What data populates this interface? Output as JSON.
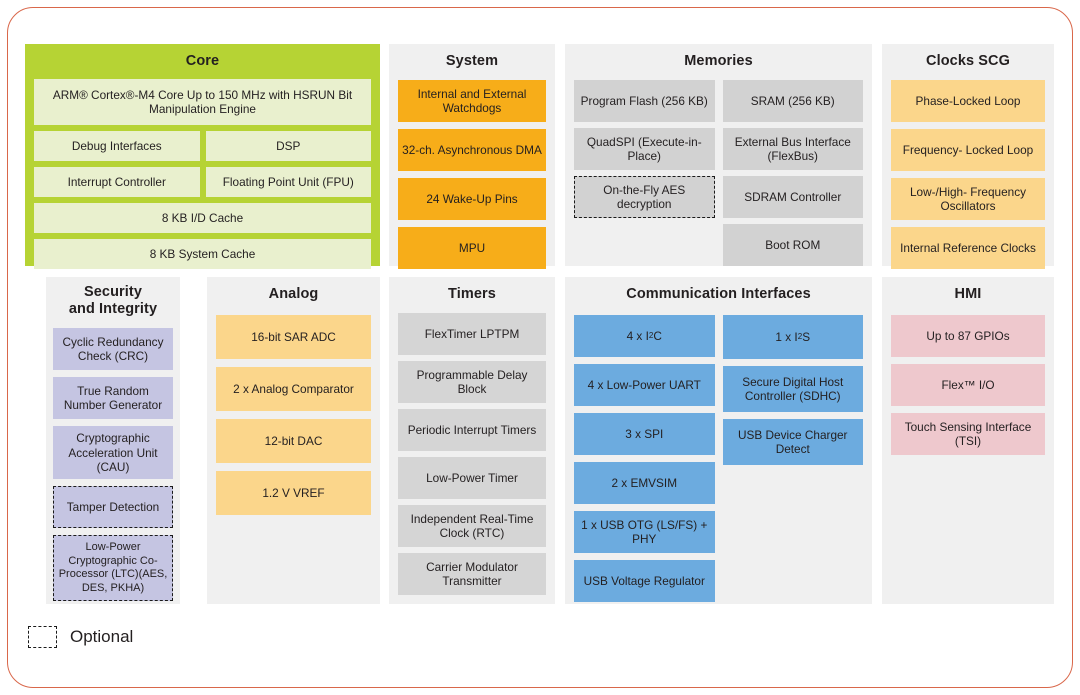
{
  "diagram": {
    "legend": {
      "label": "Optional",
      "swatch": "dashed-rectangle-icon"
    },
    "colors": {
      "frame_border": "#d9674a",
      "panel_bg": "#f0f0f0",
      "core_green": "#b6d334",
      "core_block": "#e9f0ce",
      "system_amber": "#f7ad19",
      "clock_amber_light": "#fbd68b",
      "analog_amber_light": "#fbd68b",
      "memory_gray": "#d2d2d2",
      "timer_gray": "#d5d5d5",
      "security_purple": "#c5c5e2",
      "comm_blue": "#6cabdf",
      "hmi_pink": "#eec8cd"
    }
  },
  "panels": {
    "core": {
      "title": "Core",
      "blocks": {
        "cpu": "ARM® Cortex®-M4 Core Up to 150 MHz with HSRUN Bit Manipulation Engine",
        "debug": "Debug Interfaces",
        "dsp": "DSP",
        "interrupt": "Interrupt Controller",
        "fpu": "Floating Point Unit (FPU)",
        "id_cache": "8 KB I/D Cache",
        "system_cache": "8 KB System Cache"
      }
    },
    "system": {
      "title": "System",
      "blocks": {
        "watchdogs": "Internal and External Watchdogs",
        "dma": "32-ch. Asynchronous DMA",
        "wakeup": "24 Wake-Up Pins",
        "mpu": "MPU"
      }
    },
    "memories": {
      "title": "Memories",
      "blocks": {
        "program_flash": "Program Flash (256 KB)",
        "quadspi": "QuadSPI (Execute-in-Place)",
        "aes": "On-the-Fly AES decryption",
        "sram": "SRAM (256 KB)",
        "flexbus": "External Bus Interface (FlexBus)",
        "sdram": "SDRAM Controller",
        "bootrom": "Boot ROM"
      }
    },
    "clocks": {
      "title": "Clocks SCG",
      "blocks": {
        "pll": "Phase-Locked Loop",
        "fll": "Frequency- Locked Loop",
        "oscillators": "Low-/High- Frequency Oscillators",
        "internal_ref": "Internal Reference Clocks"
      }
    },
    "security": {
      "title_line1": "Security",
      "title_line2": "and Integrity",
      "blocks": {
        "crc": "Cyclic Redundancy Check (CRC)",
        "trng": "True Random Number Generator",
        "cau": "Cryptographic Acceleration Unit (CAU)",
        "tamper": "Tamper Detection",
        "ltc": "Low-Power Cryptographic Co-Processor (LTC)(AES, DES, PKHA)"
      }
    },
    "analog": {
      "title": "Analog",
      "blocks": {
        "adc": "16-bit SAR ADC",
        "comparator": "2 x Analog Comparator",
        "dac": "12-bit DAC",
        "vref": "1.2 V VREF"
      }
    },
    "timers": {
      "title": "Timers",
      "blocks": {
        "flextimer": "FlexTimer LPTPM",
        "pdb": "Programmable Delay Block",
        "pit": "Periodic Interrupt Timers",
        "lptmr": "Low-Power Timer",
        "rtc": "Independent Real-Time Clock (RTC)",
        "cmt": "Carrier Modulator Transmitter"
      }
    },
    "communication": {
      "title": "Communication  Interfaces",
      "blocks": {
        "i2c": "4 x I²C",
        "uart": "4 x Low-Power UART",
        "spi": "3 x SPI",
        "emvsim": "2 x EMVSIM",
        "usb_otg": "1 x USB OTG (LS/FS) + PHY",
        "usb_vreg": "USB Voltage Regulator",
        "i2s": "1 x I²S",
        "sdhc": "Secure Digital Host Controller (SDHC)",
        "usb_charger": "USB Device Charger Detect"
      }
    },
    "hmi": {
      "title": "HMI",
      "blocks": {
        "gpio": "Up to 87 GPIOs",
        "flexio": "Flex™ I/O",
        "tsi": "Touch Sensing Interface (TSI)"
      }
    }
  }
}
